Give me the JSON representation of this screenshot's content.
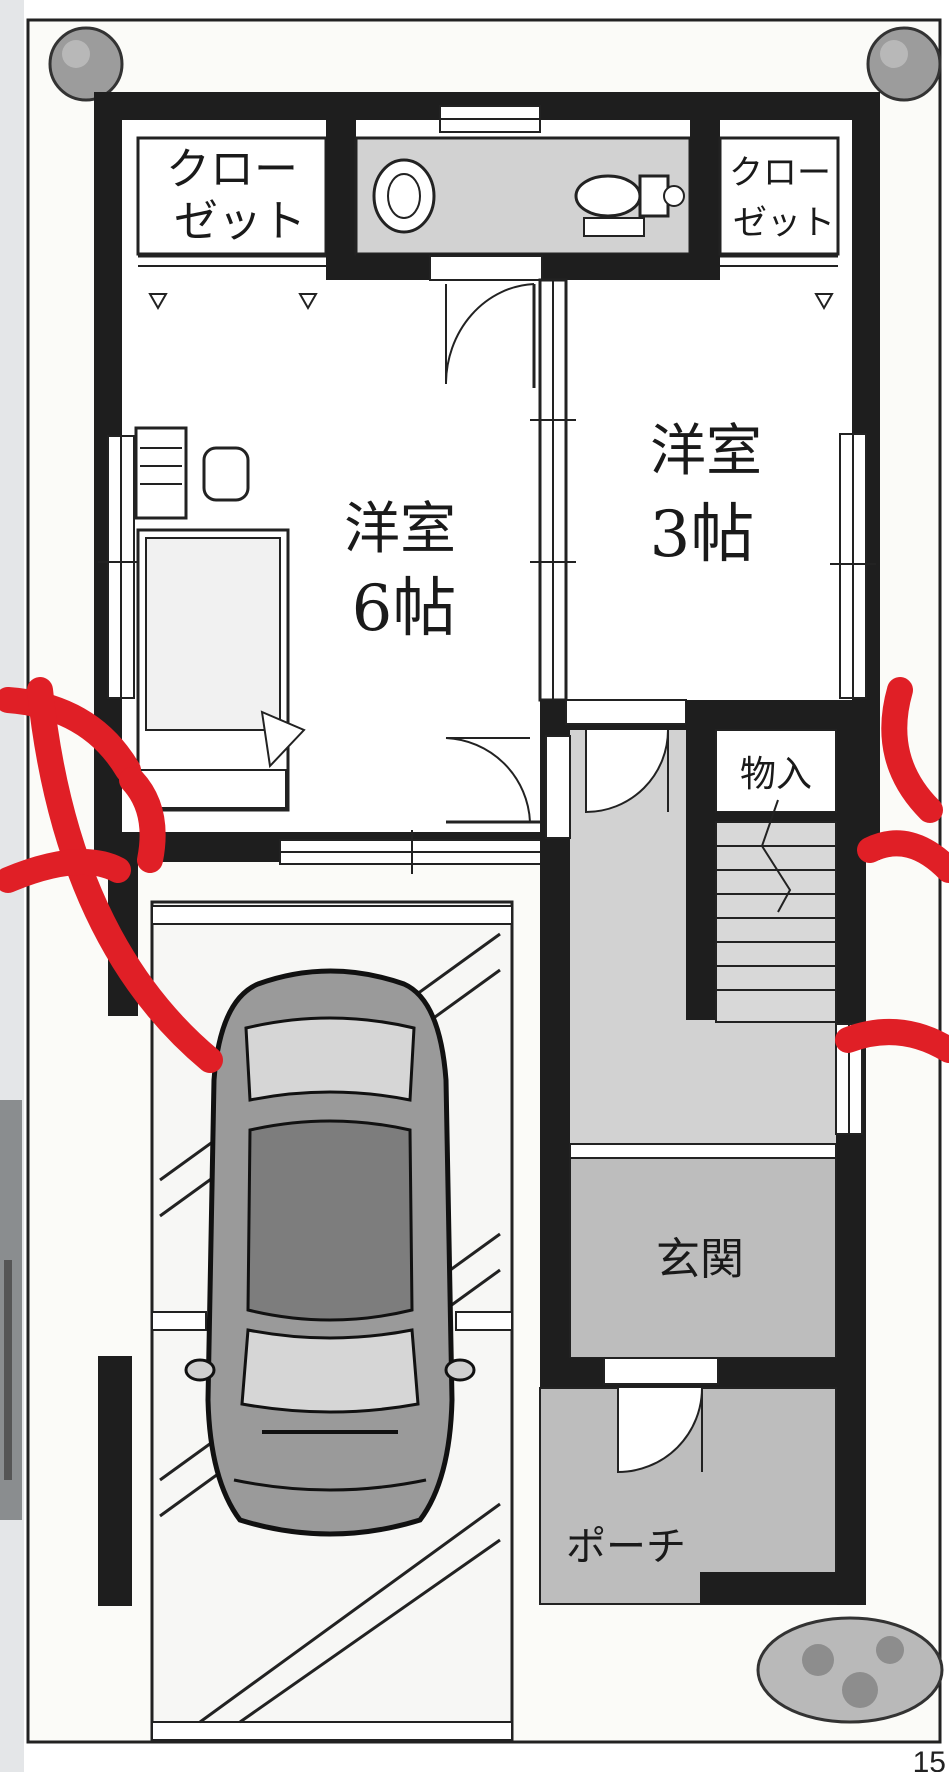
{
  "colors": {
    "wall": "#1e1e1e",
    "floor_gray": "#c9c9c9",
    "line": "#222222",
    "paper": "#f9f9f6",
    "ink_red": "#e01f26",
    "tree": "#8f8f8f"
  },
  "rooms": {
    "closet_left": {
      "line1": "クロー",
      "line2": "ゼット"
    },
    "closet_right": {
      "line1": "クロー",
      "line2": "ゼット"
    },
    "western_6": {
      "name": "洋室",
      "size": "6帖"
    },
    "western_3": {
      "name": "洋室",
      "size": "3帖"
    },
    "storage": "物入",
    "entrance": "玄関",
    "porch": "ポーチ"
  },
  "overlay": {
    "left_char": "成",
    "right_char": "約"
  },
  "page_number": "15"
}
